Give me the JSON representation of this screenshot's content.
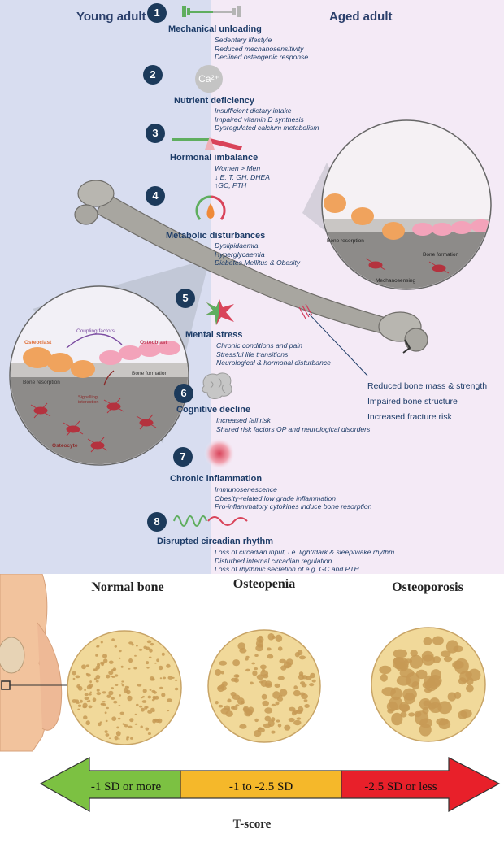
{
  "header": {
    "young_label": "Young adult",
    "aged_label": "Aged adult"
  },
  "factors": [
    {
      "number": "1",
      "title": "Mechanical unloading",
      "icon": "dumbbell-icon",
      "lines": [
        "Sedentary lifestyle",
        "Reduced mechanosensitivity",
        "Declined osteogenic response"
      ]
    },
    {
      "number": "2",
      "title": "Nutrient deficiency",
      "icon": "calcium-icon",
      "icon_text": "Ca²⁺",
      "lines": [
        "Insufficient dietary intake",
        "Impaired vitamin D synthesis",
        "Dysregulated calcium metabolism"
      ]
    },
    {
      "number": "3",
      "title": "Hormonal imbalance",
      "icon": "balance-icon",
      "lines": [
        "Women > Men",
        "↓ E, T, GH, DHEA",
        "↑GC, PTH"
      ]
    },
    {
      "number": "4",
      "title": "Metabolic disturbances",
      "icon": "metabolic-cycle-icon",
      "lines": [
        "Dyslipidaemia",
        "Hyperglycaemia",
        "Diabetes Mellitus & Obesity"
      ]
    },
    {
      "number": "5",
      "title": "Mental stress",
      "icon": "stress-burst-icon",
      "lines": [
        "Chronic conditions and pain",
        "Stressful life transitions",
        "Neurological & hormonal disturbance"
      ]
    },
    {
      "number": "6",
      "title": "Cognitive decline",
      "icon": "brain-icon",
      "lines": [
        "Increased fall risk",
        "Shared risk factors OP and neurological disorders"
      ]
    },
    {
      "number": "7",
      "title": "Chronic inflammation",
      "icon": "inflammation-icon",
      "lines": [
        "Immunosenescence",
        "Obesity-related low grade inflammation",
        "Pro-inflammatory cytokines induce bone resorption"
      ]
    },
    {
      "number": "8",
      "title": "Disrupted circadian rhythm",
      "icon": "wave-icon",
      "lines": [
        "Loss of circadian input, i.e. light/dark & sleep/wake rhythm",
        "Disturbed internal circadian regulation",
        "Loss of rhythmic secretion of e.g. GC and PTH"
      ]
    }
  ],
  "left_circle": {
    "osteoclast": "Osteoclast",
    "coupling": "Coupling factors",
    "osteoblast": "Osteoblast",
    "resorption": "Bone resorption",
    "formation": "Bone formation",
    "signalling": "Signalling\ninteraction",
    "osteocyte": "Osteocyte"
  },
  "right_circle": {
    "resorption": "Bone resorption",
    "formation": "Bone formation",
    "mechanosensing": "Mechanosensing"
  },
  "effects": [
    "Reduced bone mass & strength",
    "Impaired bone structure",
    "Increased fracture risk"
  ],
  "bottom": {
    "headings": [
      "Normal bone",
      "Osteopenia",
      "Osteoporosis"
    ],
    "arrow_labels": [
      "-1 SD or more",
      "-1 to -2.5 SD",
      "-2.5 SD or less"
    ],
    "axis_label": "T-score",
    "colors": {
      "green": "#7cc142",
      "yellow": "#f5b82a",
      "red": "#e8202a",
      "bone_fill": "#f1d99a",
      "pore": "#c79a55"
    }
  }
}
